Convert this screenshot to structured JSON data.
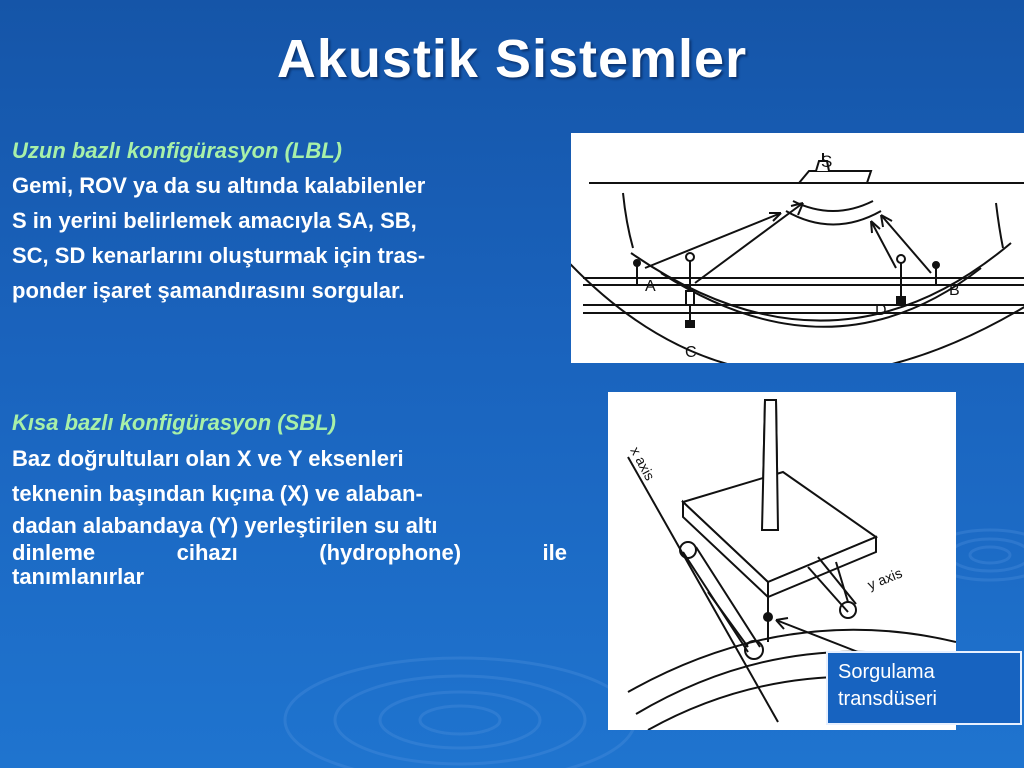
{
  "slide": {
    "title": "Akustik  Sistemler"
  },
  "lbl": {
    "heading": "Uzun bazlı konfigürasyon (LBL)",
    "lines": [
      "Gemi, ROV ya da su altında kalabilenler",
      "S in yerini belirlemek amacıyla SA, SB,",
      "SC, SD kenarlarını oluşturmak için tras-",
      "ponder işaret şamandırasını sorgular."
    ],
    "diagram_labels": {
      "s": "S",
      "a": "A",
      "b": "B",
      "c": "C",
      "d": "D"
    }
  },
  "sbl": {
    "heading": "Kısa bazlı konfigürasyon (SBL)",
    "lines": [
      "Baz doğrultuları olan X ve Y eksenleri",
      "teknenin başından kıçına (X) ve alaban-",
      "dadan alabandaya (Y) yerleştirilen su altı",
      "dinleme cihazı (hydrophone) ile",
      "tanımlanırlar"
    ],
    "diagram_labels": {
      "x_axis": "x axis",
      "y_axis": "y axis"
    },
    "callout": [
      "Sorgulama",
      "transdüseri"
    ]
  }
}
